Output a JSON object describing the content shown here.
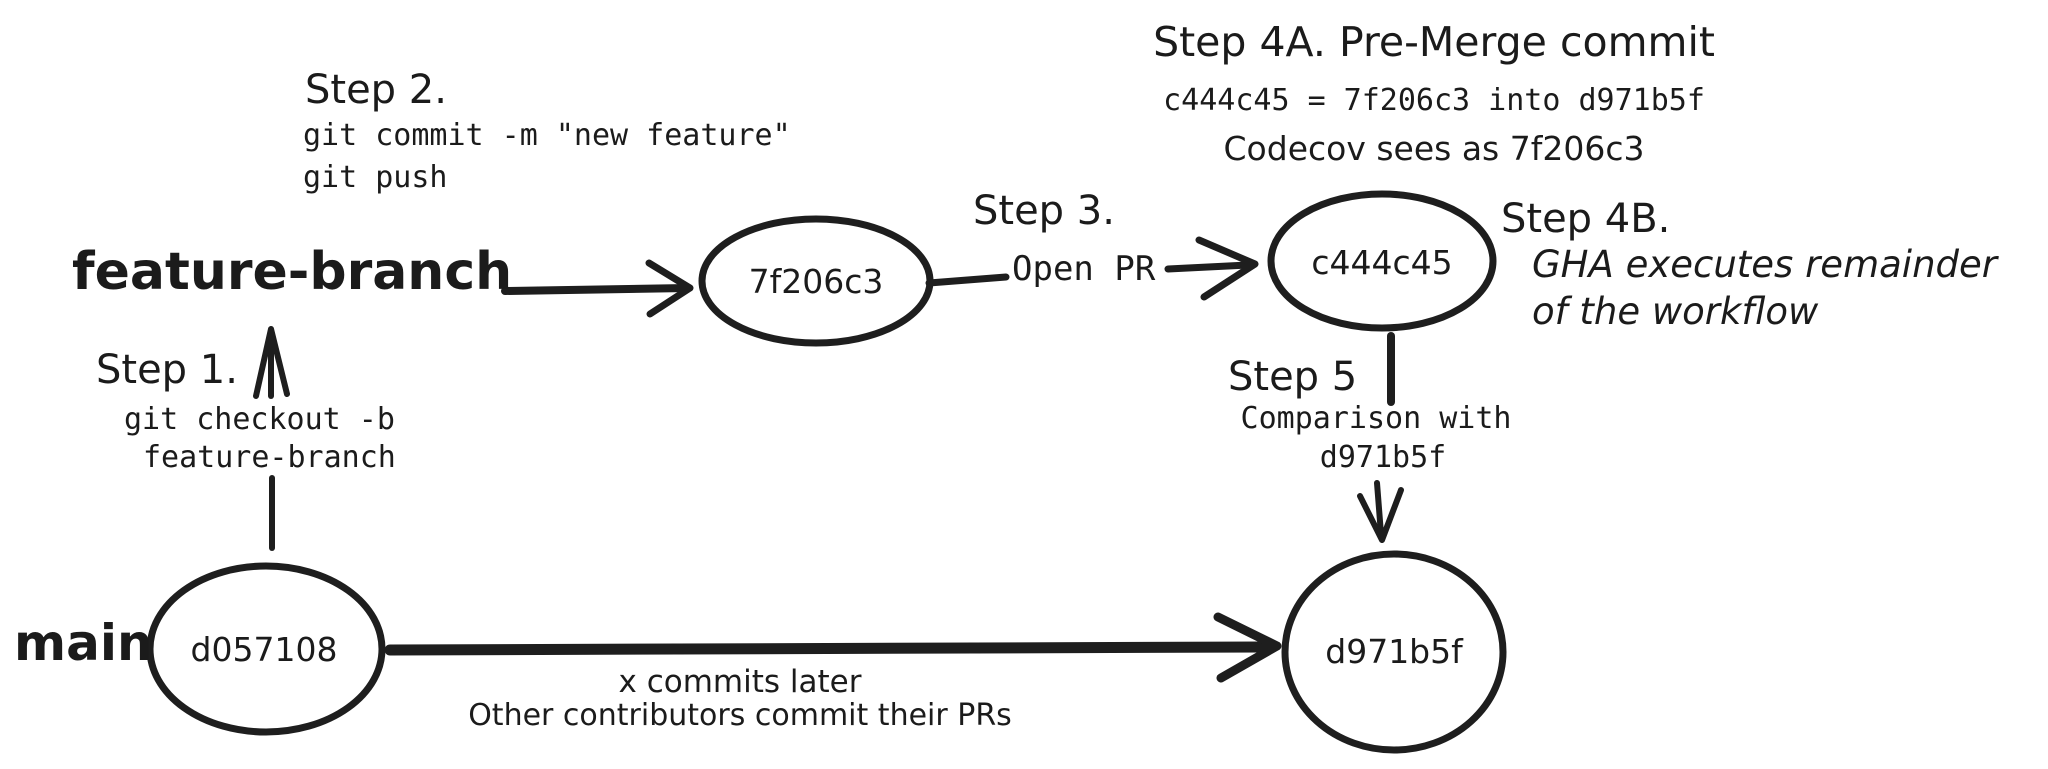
{
  "colors": {
    "ink": "#1e1e1e",
    "background": "#ffffff",
    "feature_commit_fill": "#a5d8f5",
    "premerge_commit_fill": "#b2f2bb",
    "main_commit_fill": "#f9c9c9",
    "head_commit_fill": "#f9e286"
  },
  "labels": {
    "step2_title": "Step 2.",
    "step2_cmd1": "git commit -m \"new feature\"",
    "step2_cmd2": "git push",
    "feature_branch": "feature-branch",
    "step1_title": "Step 1.",
    "step1_cmd1": "git checkout -b",
    "step1_cmd2": "feature-branch",
    "main_branch": "main",
    "step3_title": "Step 3.",
    "step3_action": "Open PR",
    "step4a_title": "Step 4A. Pre-Merge commit",
    "step4a_detail": "c444c45 = 7f206c3 into d971b5f",
    "step4a_note": "Codecov sees as 7f206c3",
    "step4b_title": "Step 4B.",
    "step4b_line1": "GHA executes remainder",
    "step4b_line2": "of the workflow",
    "step5_title": "Step 5",
    "step5_line1": "Comparison with",
    "step5_line2": "d971b5f",
    "main_arrow_note1": "x commits later",
    "main_arrow_note2": "Other contributors commit their PRs"
  },
  "nodes": {
    "feature_commit": {
      "label": "7f206c3",
      "fill": "#a5d8f5"
    },
    "premerge_commit": {
      "label": "c444c45",
      "fill": "#b2f2bb"
    },
    "main_commit": {
      "label": "d057108",
      "fill": "#f9c9c9"
    },
    "head_commit": {
      "label": "d971b5f",
      "fill": "#f9e286"
    }
  }
}
